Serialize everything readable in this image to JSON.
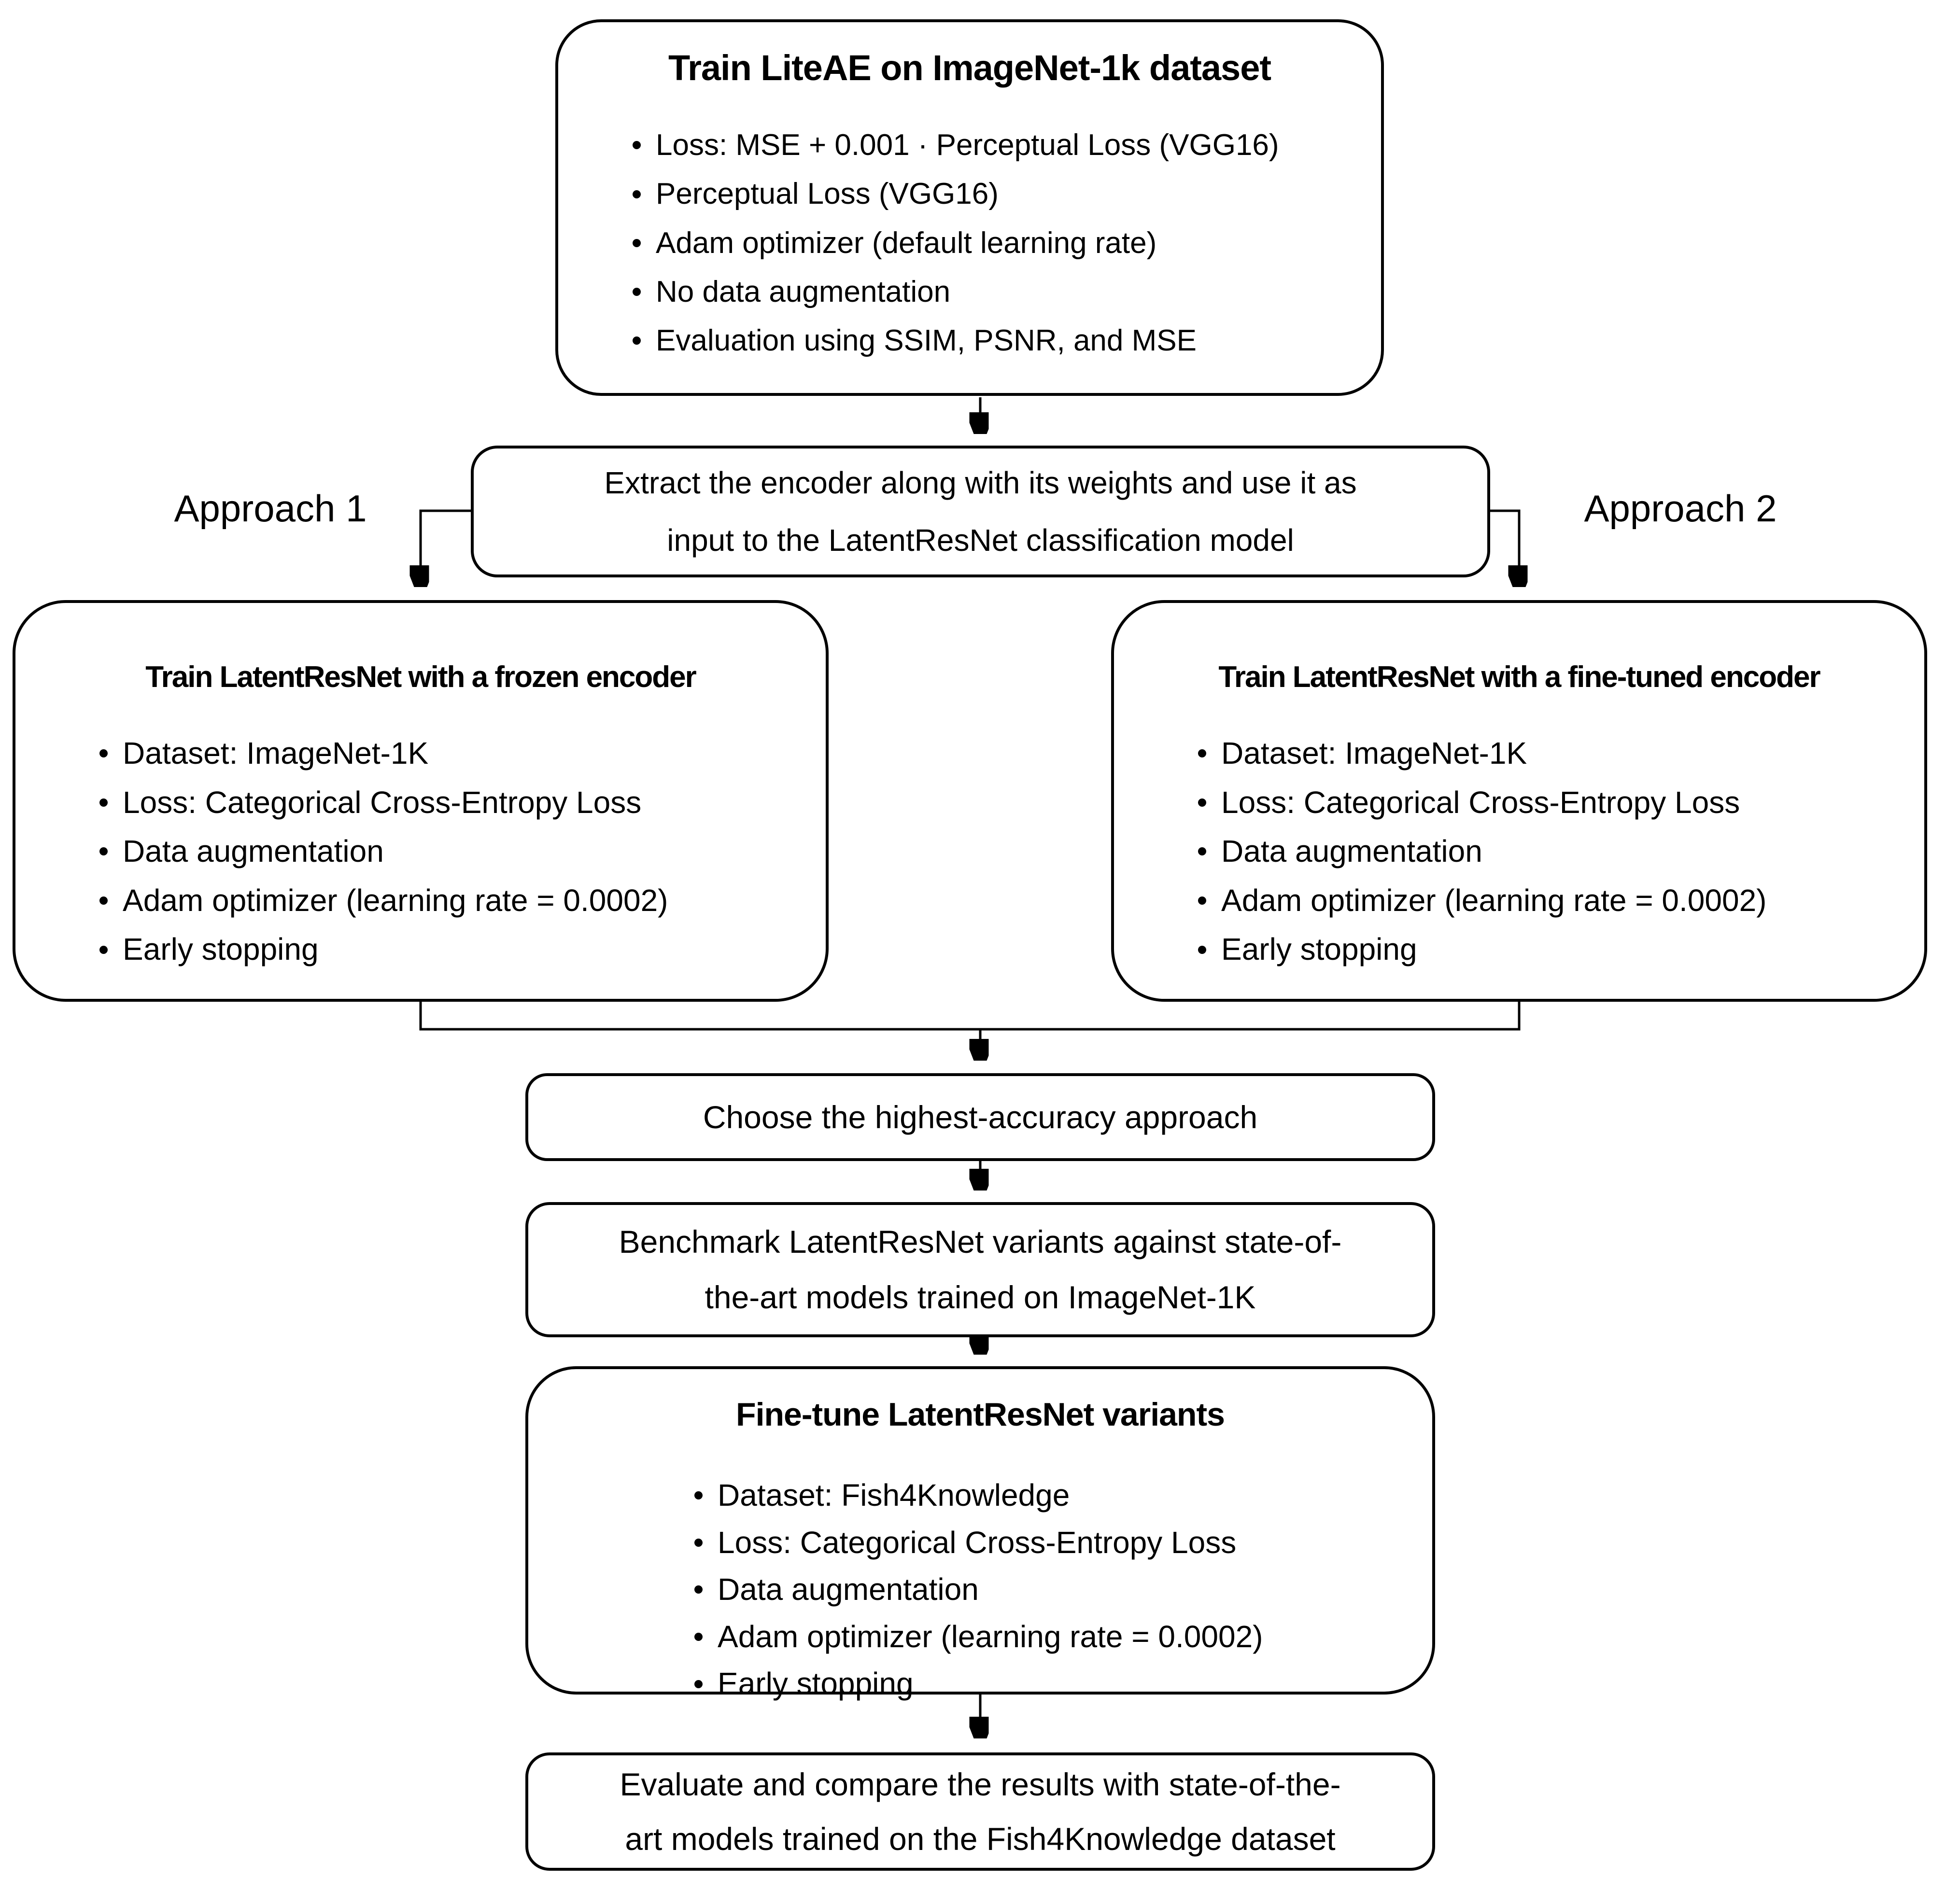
{
  "top_box": {
    "title": "Train LiteAE on ImageNet-1k dataset",
    "bullets": [
      "Loss: MSE + 0.001 · Perceptual Loss (VGG16)",
      "Perceptual Loss (VGG16)",
      "Adam optimizer (default learning rate)",
      "No data augmentation",
      "Evaluation using SSIM, PSNR, and MSE"
    ]
  },
  "extract_box": {
    "lines": [
      "Extract the encoder along with its weights and use it as",
      "input to the LatentResNet classification model"
    ]
  },
  "approach_1_label": "Approach 1",
  "approach_2_label": "Approach 2",
  "left_box": {
    "title": "Train LatentResNet with a frozen encoder",
    "bullets": [
      "Dataset: ImageNet-1K",
      "Loss: Categorical Cross-Entropy Loss",
      "Data augmentation",
      "Adam optimizer (learning rate = 0.0002)",
      "Early stopping"
    ]
  },
  "right_box": {
    "title": "Train LatentResNet with a fine-tuned encoder",
    "bullets": [
      "Dataset: ImageNet-1K",
      "Loss: Categorical Cross-Entropy Loss",
      "Data augmentation",
      "Adam optimizer (learning rate = 0.0002)",
      "Early stopping"
    ]
  },
  "choose_box": {
    "text": "Choose the highest-accuracy approach"
  },
  "benchmark_box": {
    "lines": [
      "Benchmark LatentResNet variants against state-of-",
      "the-art models trained on ImageNet-1K"
    ]
  },
  "finetune_box": {
    "title": "Fine-tune LatentResNet variants",
    "bullets": [
      "Dataset: Fish4Knowledge",
      "Loss: Categorical Cross-Entropy Loss",
      "Data augmentation",
      "Adam optimizer (learning rate = 0.0002)",
      "Early stopping"
    ]
  },
  "evaluate_box": {
    "lines": [
      "Evaluate and compare the results with state-of-the-",
      "art models trained on the Fish4Knowledge dataset"
    ]
  },
  "colors": {
    "stroke": "#000000",
    "background": "#ffffff"
  }
}
